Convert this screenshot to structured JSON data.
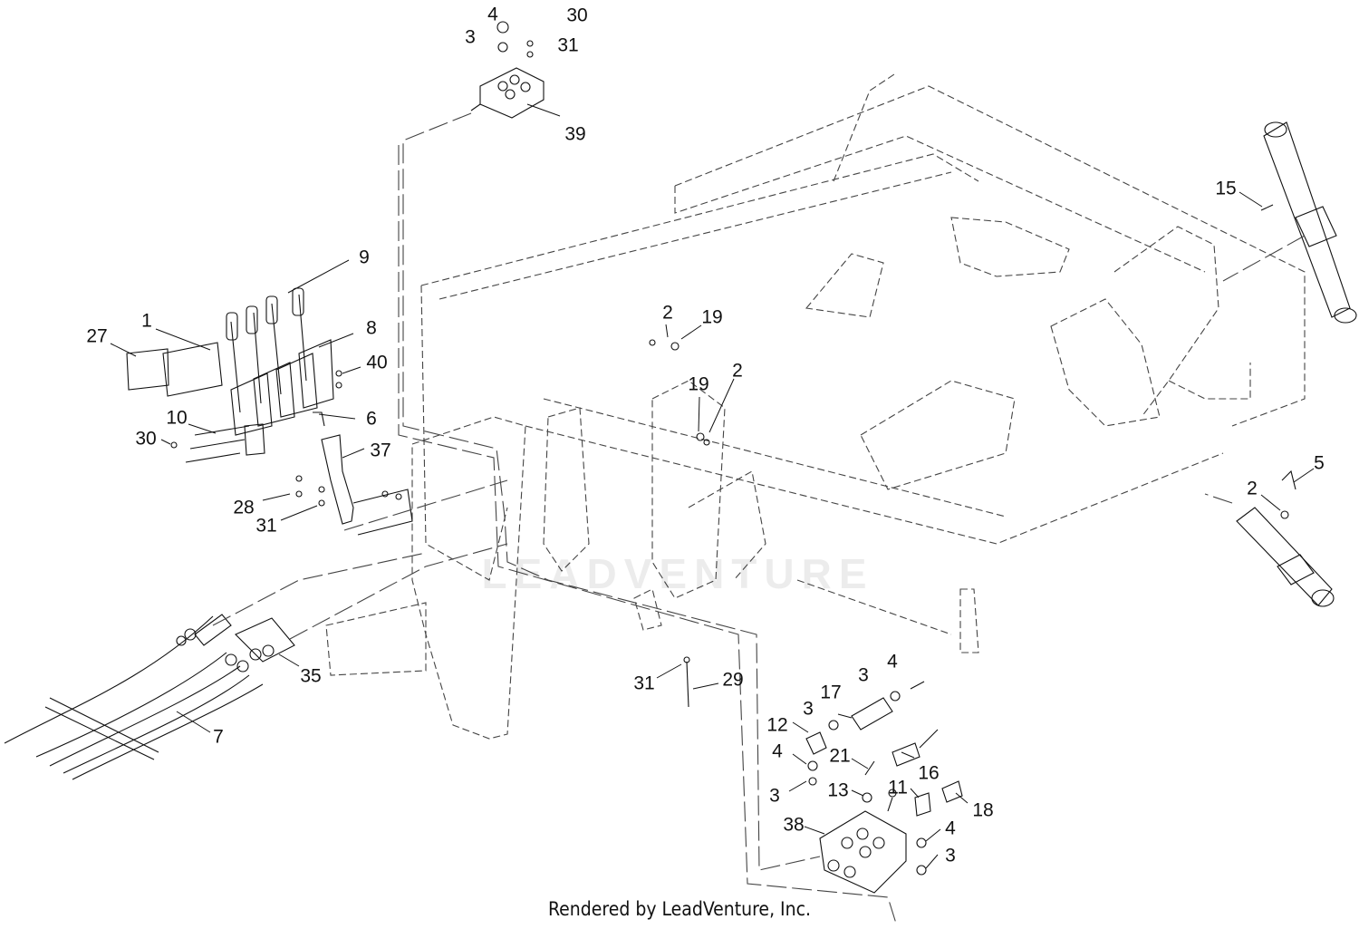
{
  "footer": "Rendered by LeadVenture, Inc.",
  "watermark": "LEADVENTURE",
  "colors": {
    "line": "#111111",
    "dash": "#444444",
    "background": "#ffffff"
  },
  "callouts": [
    "4",
    "30",
    "3",
    "31",
    "39",
    "15",
    "9",
    "27",
    "1",
    "8",
    "40",
    "6",
    "10",
    "30",
    "2",
    "19",
    "19",
    "2",
    "37",
    "28",
    "31",
    "5",
    "2",
    "35",
    "7",
    "31",
    "29",
    "4",
    "3",
    "17",
    "3",
    "12",
    "4",
    "21",
    "16",
    "3",
    "13",
    "11",
    "18",
    "38",
    "4",
    "3"
  ]
}
